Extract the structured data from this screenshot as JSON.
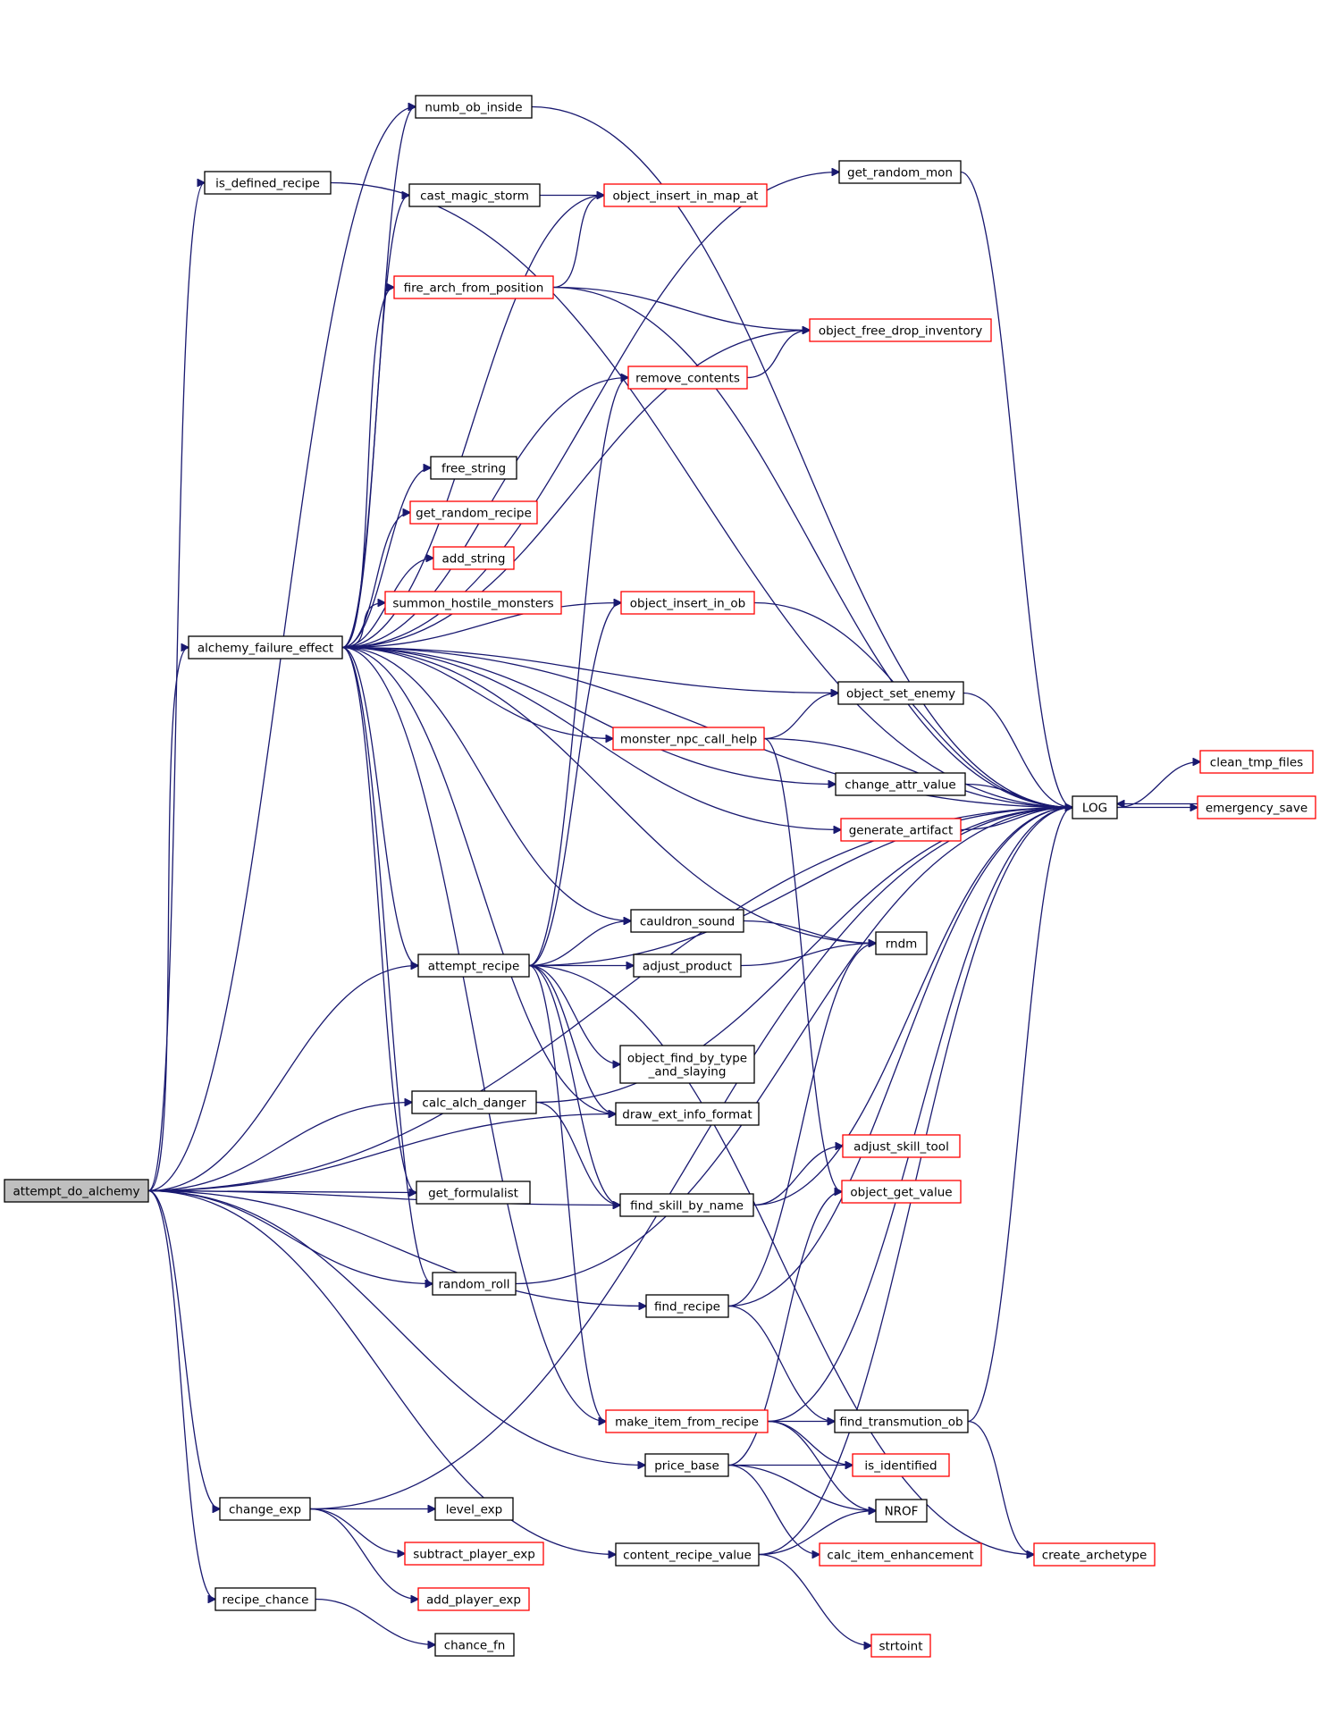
{
  "colors": {
    "edge": "#191970",
    "border_normal": "#000000",
    "border_truncated": "#ff0000",
    "root_fill": "#bfbfbf",
    "node_fill": "#ffffff"
  },
  "nodes": [
    {
      "id": "attempt_do_alchemy",
      "label": "attempt_do_alchemy",
      "style": "root"
    },
    {
      "id": "is_defined_recipe",
      "label": "is_defined_recipe",
      "style": "normal"
    },
    {
      "id": "alchemy_failure_effect",
      "label": "alchemy_failure_effect",
      "style": "normal"
    },
    {
      "id": "numb_ob_inside",
      "label": "numb_ob_inside",
      "style": "normal"
    },
    {
      "id": "cast_magic_storm",
      "label": "cast_magic_storm",
      "style": "normal"
    },
    {
      "id": "fire_arch_from_position",
      "label": "fire_arch_from_position",
      "style": "truncated"
    },
    {
      "id": "free_string",
      "label": "free_string",
      "style": "normal"
    },
    {
      "id": "get_random_recipe",
      "label": "get_random_recipe",
      "style": "truncated"
    },
    {
      "id": "add_string",
      "label": "add_string",
      "style": "truncated"
    },
    {
      "id": "summon_hostile_monsters",
      "label": "summon_hostile_monsters",
      "style": "truncated"
    },
    {
      "id": "attempt_recipe",
      "label": "attempt_recipe",
      "style": "normal"
    },
    {
      "id": "calc_alch_danger",
      "label": "calc_alch_danger",
      "style": "normal"
    },
    {
      "id": "get_formulalist",
      "label": "get_formulalist",
      "style": "normal"
    },
    {
      "id": "random_roll",
      "label": "random_roll",
      "style": "normal"
    },
    {
      "id": "change_exp",
      "label": "change_exp",
      "style": "normal"
    },
    {
      "id": "recipe_chance",
      "label": "recipe_chance",
      "style": "normal"
    },
    {
      "id": "level_exp",
      "label": "level_exp",
      "style": "normal"
    },
    {
      "id": "subtract_player_exp",
      "label": "subtract_player_exp",
      "style": "truncated"
    },
    {
      "id": "add_player_exp",
      "label": "add_player_exp",
      "style": "truncated"
    },
    {
      "id": "chance_fn",
      "label": "chance_fn",
      "style": "normal"
    },
    {
      "id": "get_random_mon",
      "label": "get_random_mon",
      "style": "normal"
    },
    {
      "id": "object_insert_in_map_at",
      "label": "object_insert_in_map_at",
      "style": "truncated"
    },
    {
      "id": "object_free_drop_inventory",
      "label": "object_free_drop_inventory",
      "style": "truncated"
    },
    {
      "id": "remove_contents",
      "label": "remove_contents",
      "style": "truncated"
    },
    {
      "id": "object_insert_in_ob",
      "label": "object_insert_in_ob",
      "style": "truncated"
    },
    {
      "id": "object_set_enemy",
      "label": "object_set_enemy",
      "style": "normal"
    },
    {
      "id": "monster_npc_call_help",
      "label": "monster_npc_call_help",
      "style": "truncated"
    },
    {
      "id": "change_attr_value",
      "label": "change_attr_value",
      "style": "normal"
    },
    {
      "id": "generate_artifact",
      "label": "generate_artifact",
      "style": "truncated"
    },
    {
      "id": "cauldron_sound",
      "label": "cauldron_sound",
      "style": "normal"
    },
    {
      "id": "adjust_product",
      "label": "adjust_product",
      "style": "normal"
    },
    {
      "id": "object_find_by_type_and_slaying",
      "label": "object_find_by_type\n_and_slaying",
      "style": "normal"
    },
    {
      "id": "draw_ext_info_format",
      "label": "draw_ext_info_format",
      "style": "normal"
    },
    {
      "id": "find_skill_by_name",
      "label": "find_skill_by_name",
      "style": "normal"
    },
    {
      "id": "find_recipe",
      "label": "find_recipe",
      "style": "normal"
    },
    {
      "id": "make_item_from_recipe",
      "label": "make_item_from_recipe",
      "style": "truncated"
    },
    {
      "id": "price_base",
      "label": "price_base",
      "style": "normal"
    },
    {
      "id": "content_recipe_value",
      "label": "content_recipe_value",
      "style": "normal"
    },
    {
      "id": "rndm",
      "label": "rndm",
      "style": "normal"
    },
    {
      "id": "adjust_skill_tool",
      "label": "adjust_skill_tool",
      "style": "truncated"
    },
    {
      "id": "object_get_value",
      "label": "object_get_value",
      "style": "truncated"
    },
    {
      "id": "find_transmution_ob",
      "label": "find_transmution_ob",
      "style": "normal"
    },
    {
      "id": "is_identified",
      "label": "is_identified",
      "style": "truncated"
    },
    {
      "id": "NROF",
      "label": "NROF",
      "style": "normal"
    },
    {
      "id": "calc_item_enhancement",
      "label": "calc_item_enhancement",
      "style": "truncated"
    },
    {
      "id": "strtoint",
      "label": "strtoint",
      "style": "truncated"
    },
    {
      "id": "LOG",
      "label": "LOG",
      "style": "normal"
    },
    {
      "id": "clean_tmp_files",
      "label": "clean_tmp_files",
      "style": "truncated"
    },
    {
      "id": "emergency_save",
      "label": "emergency_save",
      "style": "truncated"
    },
    {
      "id": "create_archetype",
      "label": "create_archetype",
      "style": "truncated"
    }
  ],
  "edges": [
    [
      "attempt_do_alchemy",
      "is_defined_recipe"
    ],
    [
      "attempt_do_alchemy",
      "alchemy_failure_effect"
    ],
    [
      "attempt_do_alchemy",
      "numb_ob_inside"
    ],
    [
      "attempt_do_alchemy",
      "LOG"
    ],
    [
      "attempt_do_alchemy",
      "attempt_recipe"
    ],
    [
      "attempt_do_alchemy",
      "calc_alch_danger"
    ],
    [
      "attempt_do_alchemy",
      "get_formulalist"
    ],
    [
      "attempt_do_alchemy",
      "find_skill_by_name"
    ],
    [
      "attempt_do_alchemy",
      "random_roll"
    ],
    [
      "attempt_do_alchemy",
      "find_recipe"
    ],
    [
      "attempt_do_alchemy",
      "price_base"
    ],
    [
      "attempt_do_alchemy",
      "content_recipe_value"
    ],
    [
      "attempt_do_alchemy",
      "change_exp"
    ],
    [
      "attempt_do_alchemy",
      "recipe_chance"
    ],
    [
      "attempt_do_alchemy",
      "draw_ext_info_format"
    ],
    [
      "is_defined_recipe",
      "LOG"
    ],
    [
      "alchemy_failure_effect",
      "numb_ob_inside"
    ],
    [
      "alchemy_failure_effect",
      "get_random_mon"
    ],
    [
      "alchemy_failure_effect",
      "cast_magic_storm"
    ],
    [
      "alchemy_failure_effect",
      "object_insert_in_map_at"
    ],
    [
      "alchemy_failure_effect",
      "fire_arch_from_position"
    ],
    [
      "alchemy_failure_effect",
      "object_free_drop_inventory"
    ],
    [
      "alchemy_failure_effect",
      "remove_contents"
    ],
    [
      "alchemy_failure_effect",
      "free_string"
    ],
    [
      "alchemy_failure_effect",
      "get_random_recipe"
    ],
    [
      "alchemy_failure_effect",
      "add_string"
    ],
    [
      "alchemy_failure_effect",
      "summon_hostile_monsters"
    ],
    [
      "alchemy_failure_effect",
      "object_insert_in_ob"
    ],
    [
      "alchemy_failure_effect",
      "LOG"
    ],
    [
      "alchemy_failure_effect",
      "object_set_enemy"
    ],
    [
      "alchemy_failure_effect",
      "monster_npc_call_help"
    ],
    [
      "alchemy_failure_effect",
      "change_attr_value"
    ],
    [
      "alchemy_failure_effect",
      "generate_artifact"
    ],
    [
      "alchemy_failure_effect",
      "rndm"
    ],
    [
      "alchemy_failure_effect",
      "cauldron_sound"
    ],
    [
      "alchemy_failure_effect",
      "attempt_recipe"
    ],
    [
      "alchemy_failure_effect",
      "draw_ext_info_format"
    ],
    [
      "alchemy_failure_effect",
      "get_formulalist"
    ],
    [
      "alchemy_failure_effect",
      "random_roll"
    ],
    [
      "alchemy_failure_effect",
      "make_item_from_recipe"
    ],
    [
      "numb_ob_inside",
      "LOG"
    ],
    [
      "cast_magic_storm",
      "object_insert_in_map_at"
    ],
    [
      "fire_arch_from_position",
      "object_insert_in_map_at"
    ],
    [
      "fire_arch_from_position",
      "object_free_drop_inventory"
    ],
    [
      "fire_arch_from_position",
      "LOG"
    ],
    [
      "remove_contents",
      "object_free_drop_inventory"
    ],
    [
      "get_random_mon",
      "LOG"
    ],
    [
      "object_insert_in_ob",
      "LOG"
    ],
    [
      "object_set_enemy",
      "LOG"
    ],
    [
      "monster_npc_call_help",
      "object_set_enemy"
    ],
    [
      "monster_npc_call_help",
      "LOG"
    ],
    [
      "monster_npc_call_help",
      "object_get_value"
    ],
    [
      "change_attr_value",
      "LOG"
    ],
    [
      "generate_artifact",
      "LOG"
    ],
    [
      "attempt_recipe",
      "remove_contents"
    ],
    [
      "attempt_recipe",
      "object_insert_in_ob"
    ],
    [
      "attempt_recipe",
      "cauldron_sound"
    ],
    [
      "attempt_recipe",
      "adjust_product"
    ],
    [
      "attempt_recipe",
      "LOG"
    ],
    [
      "attempt_recipe",
      "object_find_by_type_and_slaying"
    ],
    [
      "attempt_recipe",
      "draw_ext_info_format"
    ],
    [
      "attempt_recipe",
      "find_skill_by_name"
    ],
    [
      "attempt_recipe",
      "make_item_from_recipe"
    ],
    [
      "attempt_recipe",
      "create_archetype"
    ],
    [
      "cauldron_sound",
      "rndm"
    ],
    [
      "adjust_product",
      "rndm"
    ],
    [
      "calc_alch_danger",
      "LOG"
    ],
    [
      "calc_alch_danger",
      "find_skill_by_name"
    ],
    [
      "find_skill_by_name",
      "adjust_skill_tool"
    ],
    [
      "find_skill_by_name",
      "LOG"
    ],
    [
      "random_roll",
      "LOG"
    ],
    [
      "find_recipe",
      "rndm"
    ],
    [
      "find_recipe",
      "LOG"
    ],
    [
      "find_recipe",
      "find_transmution_ob"
    ],
    [
      "make_item_from_recipe",
      "find_transmution_ob"
    ],
    [
      "make_item_from_recipe",
      "is_identified"
    ],
    [
      "make_item_from_recipe",
      "NROF"
    ],
    [
      "make_item_from_recipe",
      "LOG"
    ],
    [
      "find_transmution_ob",
      "LOG"
    ],
    [
      "find_transmution_ob",
      "create_archetype"
    ],
    [
      "price_base",
      "object_get_value"
    ],
    [
      "price_base",
      "is_identified"
    ],
    [
      "price_base",
      "NROF"
    ],
    [
      "price_base",
      "calc_item_enhancement"
    ],
    [
      "content_recipe_value",
      "NROF"
    ],
    [
      "content_recipe_value",
      "strtoint"
    ],
    [
      "content_recipe_value",
      "LOG"
    ],
    [
      "change_exp",
      "LOG"
    ],
    [
      "change_exp",
      "level_exp"
    ],
    [
      "change_exp",
      "subtract_player_exp"
    ],
    [
      "change_exp",
      "add_player_exp"
    ],
    [
      "recipe_chance",
      "chance_fn"
    ],
    [
      "LOG",
      "clean_tmp_files"
    ],
    [
      "LOG",
      "emergency_save"
    ],
    [
      "emergency_save",
      "LOG"
    ]
  ]
}
